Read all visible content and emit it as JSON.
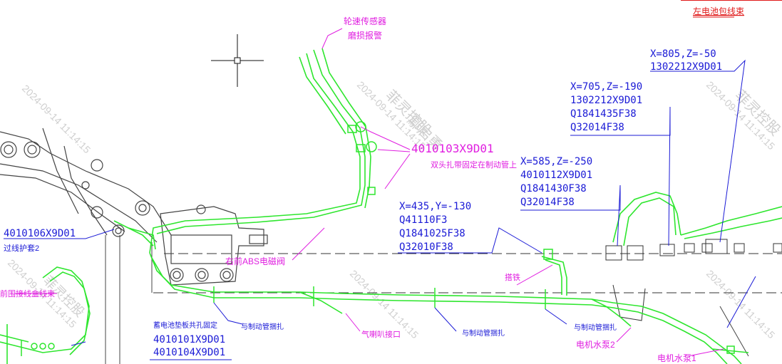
{
  "colors": {
    "harness": "#2ee62e",
    "leader_blue": "#1a1ad6",
    "label_magenta": "#e01ee0",
    "red": "#e01818",
    "frame": "#555555",
    "watermark": "#c8c8c8"
  },
  "labels": {
    "left_battery_harness": "左电池包线束",
    "wheel_speed_sensor": "轮速传感器",
    "wear_alarm": "磨损报警",
    "cable_tie_code": "4010103X9D01",
    "cable_tie_note": "双头扎带固定在制动管上",
    "right_abs_valve": "右前ABS电磁阀",
    "bracket": "搭铁",
    "air_horn_port": "气喇叭接口",
    "tie_brake_1": "与制动管捆扎",
    "tie_brake_2": "与制动管捆扎",
    "tie_brake_3": "与制动管捆扎",
    "motor_pump_2": "电机水泵2",
    "motor_pump_1": "电机水泵1",
    "pass_protect_code": "4010106X9D01",
    "pass_protect_label": "过线护套2",
    "junction_harness": "前围接线盒线束",
    "battery_pad_note": "蓄电池垫板共孔固定",
    "battery_code_1": "4010101X9D01",
    "battery_code_2": "4010104X9D01"
  },
  "blocks": {
    "b805": [
      "X=805,Z=-50",
      "1302212X9D01"
    ],
    "b705": [
      "X=705,Z=-190",
      "1302212X9D01",
      "Q1841435F38",
      "Q32014F38"
    ],
    "b585": [
      "X=585,Z=-250",
      "4010112X9D01",
      "Q1841430F38",
      "Q32014F38"
    ],
    "b435": [
      "X=435,Y=-130",
      "Q41110F3",
      "Q1841025F38",
      "Q32010F38"
    ]
  },
  "watermark": {
    "line1": "菲灵控股",
    "line2": "2024-09-14 11:14:15",
    "line3": "鄢启勇"
  },
  "icons": {
    "cursor": "crosshair-cursor-icon"
  }
}
